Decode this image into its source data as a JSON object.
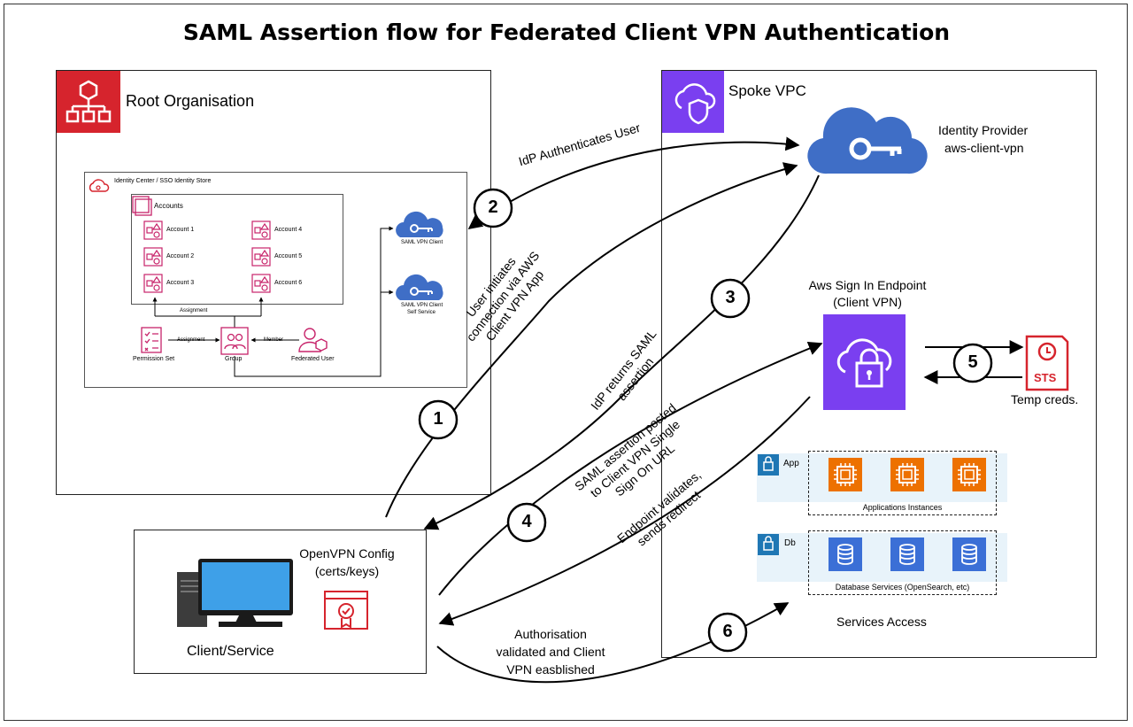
{
  "title": "SAML Assertion flow for Federated Client VPN Authentication",
  "root_org": {
    "label": "Root Organisation",
    "identity_center": {
      "label": "Identity Center / SSO Identity Store",
      "accounts_label": "Accounts",
      "accounts": [
        "Account 1",
        "Account 2",
        "Account 3",
        "Account 4",
        "Account 5",
        "Account 6"
      ],
      "assignment_top": "Assignment",
      "assignment_left": "Assignment",
      "member": "Member",
      "permission_set": "Permission Set",
      "group": "Group",
      "federated_user": "Federated User",
      "saml_client": "SAML VPN Client",
      "saml_client_self_1": "SAML VPN Client",
      "saml_client_self_2": "Self Service"
    }
  },
  "spoke_vpc": {
    "label": "Spoke VPC",
    "idp_1": "Identity Provider",
    "idp_2": "aws-client-vpn",
    "endpoint_1": "Aws Sign In Endpoint",
    "endpoint_2": "(Client VPN)",
    "sts": "STS",
    "temp_creds": "Temp creds.",
    "app_tag": "App",
    "db_tag": "Db",
    "app_group": "Applications Instances",
    "db_group": "Database Services (OpenSearch, etc)",
    "services_access": "Services Access"
  },
  "client": {
    "label": "Client/Service",
    "config_1": "OpenVPN Config",
    "config_2": "(certs/keys)"
  },
  "steps": [
    "1",
    "2",
    "3",
    "4",
    "5",
    "6"
  ],
  "edge_labels": {
    "idp_auth": "IdP Authenticates User",
    "user_init_1": "User initiates",
    "user_init_2": "connection via AWS",
    "user_init_3": "Client VPN App",
    "idp_returns_1": "IdP returns SAML",
    "idp_returns_2": "assertion",
    "saml_posted_1": "SAML assertion posted",
    "saml_posted_2": "to Client VPN Single",
    "saml_posted_3": "Sign On URL",
    "endpoint_val_1": "Endpoint validates,",
    "endpoint_val_2": "sends redirect",
    "auth_1": "Authorisation",
    "auth_2": "validated and Client",
    "auth_3": "VPN easblished"
  },
  "colors": {
    "aws_red": "#d6242d",
    "aws_purple": "#7a3ff0",
    "aws_blue": "#3f6ec6",
    "aws_orange": "#ed7100",
    "db_blue": "#3b6fd6",
    "group_fill": "#e8f3fa"
  }
}
